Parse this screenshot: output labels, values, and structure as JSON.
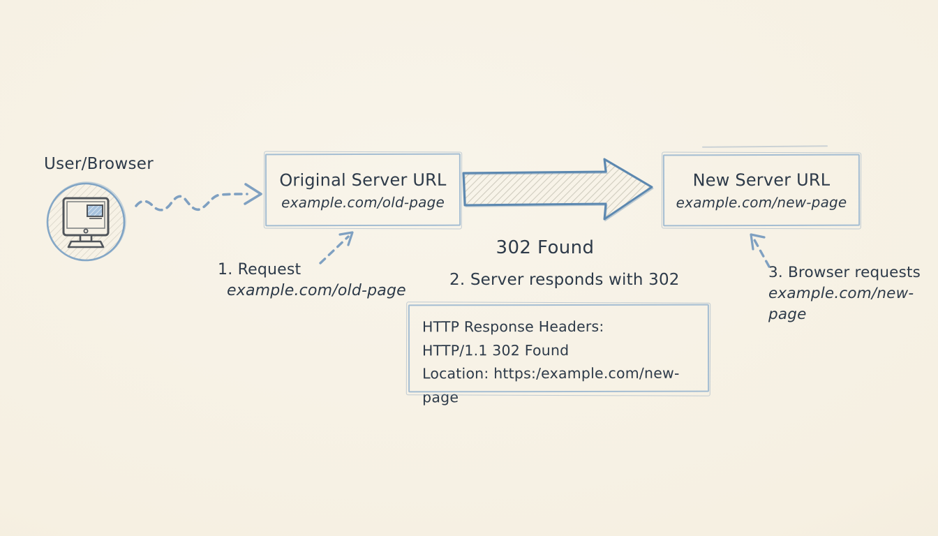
{
  "colors": {
    "background": "#f6f0e2",
    "ink": "#2d3a49",
    "sketch_blue": "#5c88b0",
    "box_border": "#a4bdd2",
    "dashed_arrow_blue": "#7fa0c1",
    "hatch_gray": "#c6c2b6",
    "monitor_stroke": "#50555b"
  },
  "icons": {
    "user_browser": "computer-monitor-icon",
    "request_flow": "wavy-dashed-arrow-icon",
    "redirect_flow": "big-right-arrow-icon",
    "step1_pointer": "dashed-arrow-up-right-icon",
    "step3_pointer": "dashed-arrow-up-left-icon"
  },
  "user": {
    "label": "User/Browser"
  },
  "boxes": {
    "original": {
      "title": "Original Server URL",
      "url": "example.com/old-page"
    },
    "new": {
      "title": "New Server URL",
      "url": "example.com/new-page"
    }
  },
  "labels": {
    "status": "302 Found",
    "step1_line1": "1. Request",
    "step1_line2": "example.com/old-page",
    "step2": "2. Server responds with 302",
    "step3_line1": "3. Browser requests",
    "step3_line2": "example.com/new-page"
  },
  "response_box": {
    "line1": "HTTP Response Headers:",
    "line2": "HTTP/1.1 302 Found",
    "line3": "Location: https:/example.com/new-page"
  }
}
